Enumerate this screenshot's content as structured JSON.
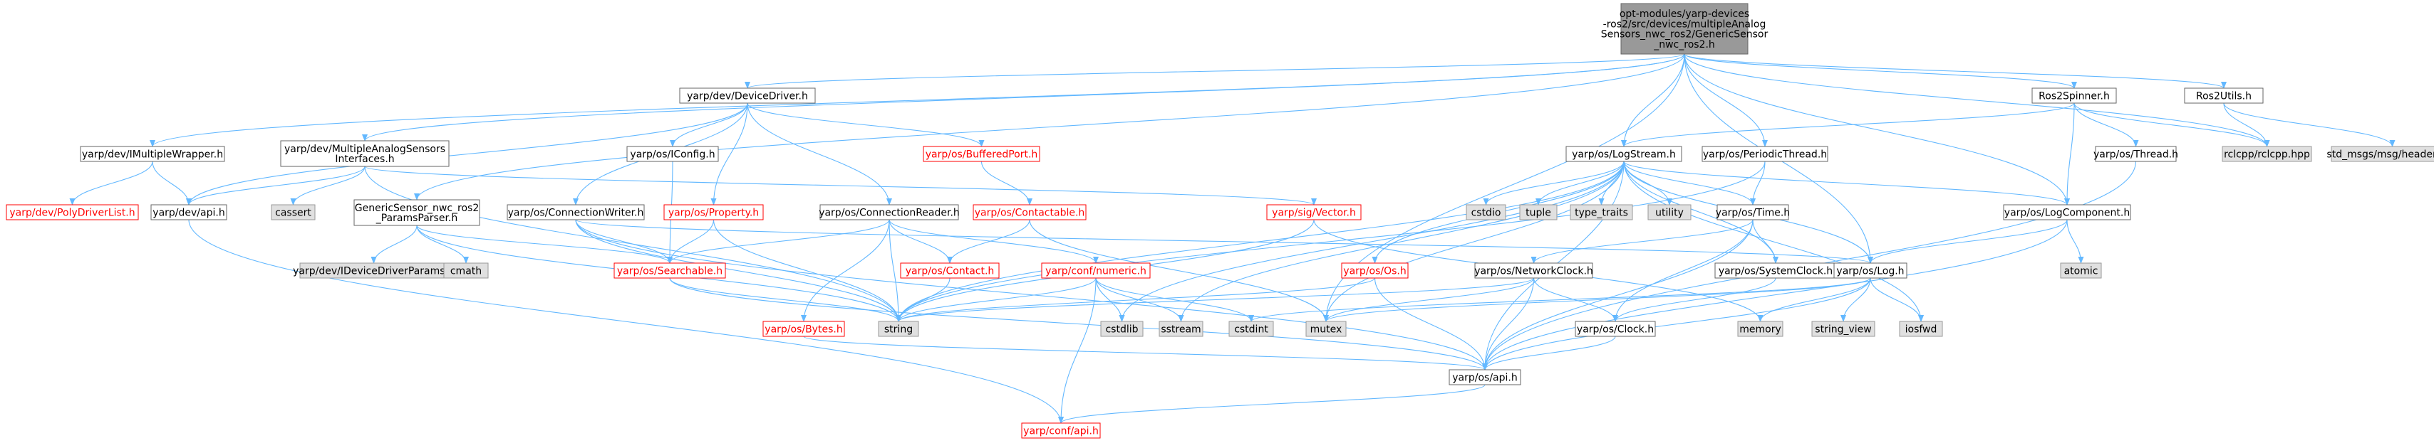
{
  "diagram": {
    "colors": {
      "root_fill": "#999999",
      "node_fill": "#ffffff",
      "node_border": "#666666",
      "system_fill": "#e0e0e0",
      "system_border": "#999999",
      "missing_border": "#ff0000",
      "missing_text": "#ff0000",
      "text": "#000000",
      "edge": "#63b8ff"
    },
    "nodes": [
      {
        "id": "root",
        "kind": "root",
        "lines": [
          "opt-modules/yarp-devices",
          "-ros2/src/devices/multipleAnalog",
          "Sensors_nwc_ros2/GenericSensor",
          "_nwc_ros2.h"
        ]
      },
      {
        "id": "devdriver",
        "kind": "normal",
        "lines": [
          "yarp/dev/DeviceDriver.h"
        ]
      },
      {
        "id": "ros2spinner",
        "kind": "normal",
        "lines": [
          "Ros2Spinner.h"
        ]
      },
      {
        "id": "ros2utils",
        "kind": "normal",
        "lines": [
          "Ros2Utils.h"
        ]
      },
      {
        "id": "imw",
        "kind": "normal",
        "lines": [
          "yarp/dev/IMultipleWrapper.h"
        ]
      },
      {
        "id": "imas",
        "kind": "normal",
        "lines": [
          "yarp/dev/MultipleAnalogSensors",
          "Interfaces.h"
        ]
      },
      {
        "id": "iconfig",
        "kind": "normal",
        "lines": [
          "yarp/os/IConfig.h"
        ]
      },
      {
        "id": "bufport",
        "kind": "missing",
        "lines": [
          "yarp/os/BufferedPort.h"
        ]
      },
      {
        "id": "logstream",
        "kind": "normal",
        "lines": [
          "yarp/os/LogStream.h"
        ]
      },
      {
        "id": "periodic",
        "kind": "normal",
        "lines": [
          "yarp/os/PeriodicThread.h"
        ]
      },
      {
        "id": "thread",
        "kind": "normal",
        "lines": [
          "yarp/os/Thread.h"
        ]
      },
      {
        "id": "rclcpp",
        "kind": "system",
        "lines": [
          "rclcpp/rclcpp.hpp"
        ]
      },
      {
        "id": "stdmsgs",
        "kind": "system",
        "lines": [
          "std_msgs/msg/header.hpp"
        ]
      },
      {
        "id": "polydrv",
        "kind": "missing",
        "lines": [
          "yarp/dev/PolyDriverList.h"
        ]
      },
      {
        "id": "devapi",
        "kind": "normal",
        "lines": [
          "yarp/dev/api.h"
        ]
      },
      {
        "id": "cassert",
        "kind": "system",
        "lines": [
          "cassert"
        ]
      },
      {
        "id": "gsparser",
        "kind": "normal",
        "lines": [
          "GenericSensor_nwc_ros2",
          "_ParamsParser.h"
        ]
      },
      {
        "id": "connwriter",
        "kind": "normal",
        "lines": [
          "yarp/os/ConnectionWriter.h"
        ]
      },
      {
        "id": "property",
        "kind": "missing",
        "lines": [
          "yarp/os/Property.h"
        ]
      },
      {
        "id": "connreader",
        "kind": "normal",
        "lines": [
          "yarp/os/ConnectionReader.h"
        ]
      },
      {
        "id": "contactable",
        "kind": "missing",
        "lines": [
          "yarp/os/Contactable.h"
        ]
      },
      {
        "id": "sigvector",
        "kind": "missing",
        "lines": [
          "yarp/sig/Vector.h"
        ]
      },
      {
        "id": "cstdio",
        "kind": "system",
        "lines": [
          "cstdio"
        ]
      },
      {
        "id": "tuple",
        "kind": "system",
        "lines": [
          "tuple"
        ]
      },
      {
        "id": "typetraits",
        "kind": "system",
        "lines": [
          "type_traits"
        ]
      },
      {
        "id": "utility",
        "kind": "system",
        "lines": [
          "utility"
        ]
      },
      {
        "id": "time",
        "kind": "normal",
        "lines": [
          "yarp/os/Time.h"
        ]
      },
      {
        "id": "logcomp",
        "kind": "normal",
        "lines": [
          "yarp/os/LogComponent.h"
        ]
      },
      {
        "id": "idevparams",
        "kind": "system",
        "lines": [
          "yarp/dev/IDeviceDriverParams.h"
        ]
      },
      {
        "id": "cmath",
        "kind": "system",
        "lines": [
          "cmath"
        ]
      },
      {
        "id": "searchable",
        "kind": "missing",
        "lines": [
          "yarp/os/Searchable.h"
        ]
      },
      {
        "id": "contact",
        "kind": "missing",
        "lines": [
          "yarp/os/Contact.h"
        ]
      },
      {
        "id": "numeric",
        "kind": "missing",
        "lines": [
          "yarp/conf/numeric.h"
        ]
      },
      {
        "id": "osh",
        "kind": "missing",
        "lines": [
          "yarp/os/Os.h"
        ]
      },
      {
        "id": "netclock",
        "kind": "normal",
        "lines": [
          "yarp/os/NetworkClock.h"
        ]
      },
      {
        "id": "sysclock",
        "kind": "normal",
        "lines": [
          "yarp/os/SystemClock.h"
        ]
      },
      {
        "id": "log",
        "kind": "normal",
        "lines": [
          "yarp/os/Log.h"
        ]
      },
      {
        "id": "atomic",
        "kind": "system",
        "lines": [
          "atomic"
        ]
      },
      {
        "id": "bytes",
        "kind": "missing",
        "lines": [
          "yarp/os/Bytes.h"
        ]
      },
      {
        "id": "string",
        "kind": "system",
        "lines": [
          "string"
        ]
      },
      {
        "id": "cstdlib",
        "kind": "system",
        "lines": [
          "cstdlib"
        ]
      },
      {
        "id": "sstream",
        "kind": "system",
        "lines": [
          "sstream"
        ]
      },
      {
        "id": "cstdint",
        "kind": "system",
        "lines": [
          "cstdint"
        ]
      },
      {
        "id": "mutex",
        "kind": "system",
        "lines": [
          "mutex"
        ]
      },
      {
        "id": "clock",
        "kind": "normal",
        "lines": [
          "yarp/os/Clock.h"
        ]
      },
      {
        "id": "memory",
        "kind": "system",
        "lines": [
          "memory"
        ]
      },
      {
        "id": "stringview",
        "kind": "system",
        "lines": [
          "string_view"
        ]
      },
      {
        "id": "iosfwd",
        "kind": "system",
        "lines": [
          "iosfwd"
        ]
      },
      {
        "id": "osapi",
        "kind": "normal",
        "lines": [
          "yarp/os/api.h"
        ]
      },
      {
        "id": "confapi",
        "kind": "missing",
        "lines": [
          "yarp/conf/api.h"
        ]
      }
    ],
    "edges": [
      [
        "root",
        "devdriver"
      ],
      [
        "root",
        "ros2spinner"
      ],
      [
        "root",
        "ros2utils"
      ],
      [
        "root",
        "imw"
      ],
      [
        "root",
        "imas"
      ],
      [
        "root",
        "gsparser"
      ],
      [
        "root",
        "logstream"
      ],
      [
        "root",
        "periodic"
      ],
      [
        "root",
        "logcomp"
      ],
      [
        "root",
        "rclcpp"
      ],
      [
        "root",
        "log"
      ],
      [
        "root",
        "mutex"
      ],
      [
        "devdriver",
        "devapi"
      ],
      [
        "devdriver",
        "iconfig"
      ],
      [
        "devdriver",
        "bufport"
      ],
      [
        "devdriver",
        "property"
      ],
      [
        "devdriver",
        "connwriter"
      ],
      [
        "devdriver",
        "connreader"
      ],
      [
        "ros2spinner",
        "logstream"
      ],
      [
        "ros2spinner",
        "thread"
      ],
      [
        "ros2spinner",
        "rclcpp"
      ],
      [
        "ros2spinner",
        "logcomp"
      ],
      [
        "ros2utils",
        "rclcpp"
      ],
      [
        "ros2utils",
        "stdmsgs"
      ],
      [
        "imw",
        "polydrv"
      ],
      [
        "imw",
        "devapi"
      ],
      [
        "imas",
        "devapi"
      ],
      [
        "imas",
        "cassert"
      ],
      [
        "imas",
        "sigvector"
      ],
      [
        "imas",
        "string"
      ],
      [
        "iconfig",
        "searchable"
      ],
      [
        "bufport",
        "contactable"
      ],
      [
        "logstream",
        "cstdio"
      ],
      [
        "logstream",
        "tuple"
      ],
      [
        "logstream",
        "typetraits"
      ],
      [
        "logstream",
        "utility"
      ],
      [
        "logstream",
        "time"
      ],
      [
        "logstream",
        "logcomp"
      ],
      [
        "logstream",
        "log"
      ],
      [
        "logstream",
        "osapi"
      ],
      [
        "logstream",
        "osh"
      ],
      [
        "logstream",
        "string"
      ],
      [
        "logstream",
        "sstream"
      ],
      [
        "logstream",
        "cstdlib"
      ],
      [
        "logstream",
        "sysclock"
      ],
      [
        "logstream",
        "iosfwd"
      ],
      [
        "logstream",
        "mutex"
      ],
      [
        "periodic",
        "time"
      ],
      [
        "periodic",
        "string"
      ],
      [
        "thread",
        "osapi"
      ],
      [
        "devapi",
        "confapi"
      ],
      [
        "gsparser",
        "idevparams"
      ],
      [
        "gsparser",
        "cmath"
      ],
      [
        "gsparser",
        "searchable"
      ],
      [
        "gsparser",
        "string"
      ],
      [
        "connwriter",
        "searchable"
      ],
      [
        "connwriter",
        "string"
      ],
      [
        "connwriter",
        "osapi"
      ],
      [
        "connwriter",
        "log"
      ],
      [
        "property",
        "searchable"
      ],
      [
        "property",
        "string"
      ],
      [
        "connreader",
        "searchable"
      ],
      [
        "connreader",
        "contact"
      ],
      [
        "connreader",
        "numeric"
      ],
      [
        "connreader",
        "bytes"
      ],
      [
        "connreader",
        "string"
      ],
      [
        "contactable",
        "contact"
      ],
      [
        "contactable",
        "mutex"
      ],
      [
        "sigvector",
        "string"
      ],
      [
        "sigvector",
        "memory"
      ],
      [
        "time",
        "sysclock"
      ],
      [
        "time",
        "netclock"
      ],
      [
        "time",
        "clock"
      ],
      [
        "time",
        "osapi"
      ],
      [
        "logcomp",
        "log"
      ],
      [
        "logcomp",
        "atomic"
      ],
      [
        "logcomp",
        "osapi"
      ],
      [
        "searchable",
        "string"
      ],
      [
        "searchable",
        "osapi"
      ],
      [
        "contact",
        "string"
      ],
      [
        "numeric",
        "cstdint"
      ],
      [
        "numeric",
        "sstream"
      ],
      [
        "numeric",
        "cstdlib"
      ],
      [
        "numeric",
        "string"
      ],
      [
        "numeric",
        "confapi"
      ],
      [
        "osh",
        "string"
      ],
      [
        "osh",
        "osapi"
      ],
      [
        "netclock",
        "clock"
      ],
      [
        "netclock",
        "osapi"
      ],
      [
        "netclock",
        "mutex"
      ],
      [
        "netclock",
        "string"
      ],
      [
        "sysclock",
        "clock"
      ],
      [
        "log",
        "osapi"
      ],
      [
        "log",
        "memory"
      ],
      [
        "log",
        "string_view"
      ],
      [
        "log",
        "stringview"
      ],
      [
        "log",
        "iosfwd"
      ],
      [
        "log",
        "cstdint"
      ],
      [
        "log",
        "mutex"
      ],
      [
        "bytes",
        "osapi"
      ],
      [
        "clock",
        "osapi"
      ],
      [
        "osapi",
        "confapi"
      ]
    ]
  }
}
